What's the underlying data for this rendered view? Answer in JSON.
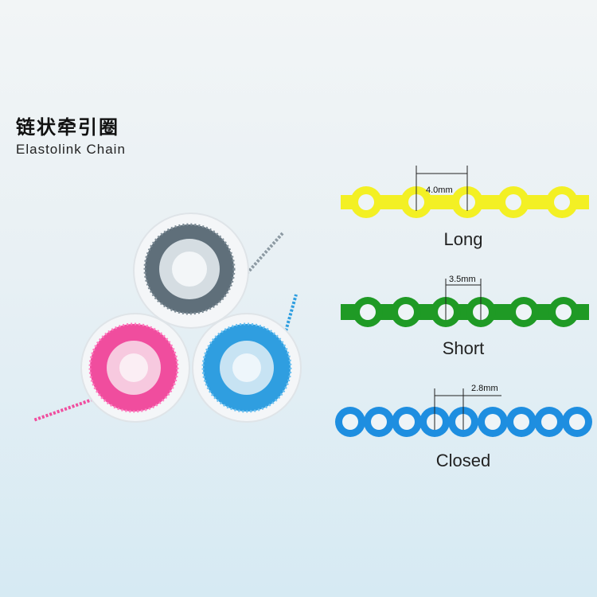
{
  "title_cn": "链状牵引圈",
  "title_en": "Elastolink Chain",
  "chains": [
    {
      "name": "Long",
      "dimension": "4.0mm",
      "color": "#f3f024"
    },
    {
      "name": "Short",
      "dimension": "3.5mm",
      "color": "#1f9a25"
    },
    {
      "name": "Closed",
      "dimension": "2.8mm",
      "color": "#1e8ee0"
    }
  ],
  "spools": [
    {
      "color": "gray",
      "hex": "#5f6f7a"
    },
    {
      "color": "pink",
      "hex": "#f04d9e"
    },
    {
      "color": "blue",
      "hex": "#2f9ee0"
    }
  ]
}
